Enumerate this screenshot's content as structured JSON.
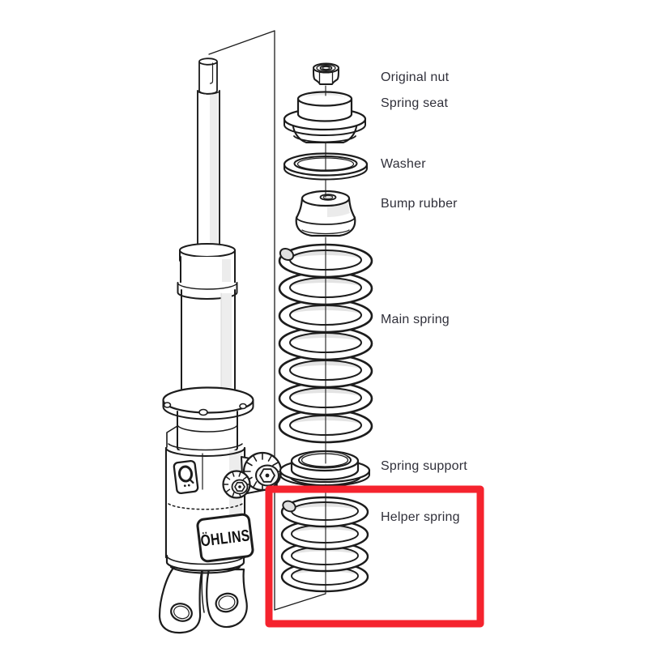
{
  "diagram": {
    "parts": [
      {
        "label": "Original nut"
      },
      {
        "label": "Spring seat"
      },
      {
        "label": "Washer"
      },
      {
        "label": "Bump rubber"
      },
      {
        "label": "Main spring"
      },
      {
        "label": "Spring support"
      },
      {
        "label": "Helper spring"
      }
    ],
    "brand": {
      "logo_text": "ÖHLINS"
    },
    "highlighted_part": "Helper spring"
  },
  "colors": {
    "highlight_red": "#f5232e",
    "line": "#1c1c1c",
    "label_text": "#30303a"
  }
}
